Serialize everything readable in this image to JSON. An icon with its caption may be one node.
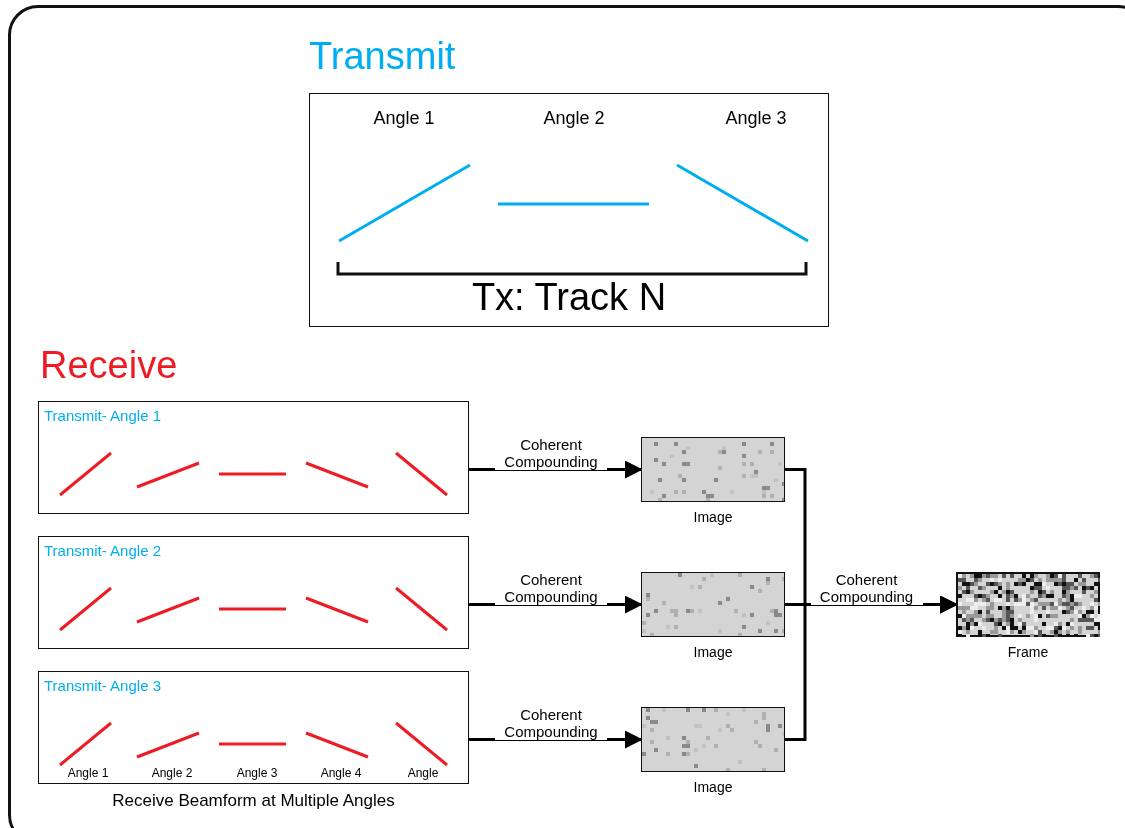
{
  "diagram": {
    "nodes": [
      {
        "text": [
          "Transmit",
          "Angle 1",
          "Angle 2",
          "Angle 3",
          "Tx: Track N"
        ]
      },
      {
        "text": [
          "Transmit- Angle 1"
        ]
      },
      {
        "text": [
          "Transmit- Angle 2"
        ]
      },
      {
        "text": [
          "Transmit- Angle 3",
          "Angle 1",
          "Angle 2",
          "Angle 3",
          "Angle 4",
          "Angle"
        ],
        "beside": [
          "Receive Beamform at Multiple Angles"
        ]
      },
      {
        "text": [],
        "shape": "picture",
        "beside": [
          "Image"
        ]
      },
      {
        "text": [],
        "shape": "picture",
        "beside": [
          "Image"
        ]
      },
      {
        "text": [],
        "shape": "picture",
        "beside": [
          "Image"
        ]
      },
      {
        "text": [],
        "shape": "picture",
        "beside": [
          "Frame"
        ]
      }
    ],
    "edges": [
      {
        "from": 1,
        "to": 4,
        "arrow": "to",
        "label": "Coherent Compounding"
      },
      {
        "from": 2,
        "to": 5,
        "arrow": "to",
        "label": "Coherent Compounding"
      },
      {
        "from": 3,
        "to": 6,
        "arrow": "to",
        "label": "Coherent Compounding"
      },
      {
        "from": 4,
        "to": 7,
        "arrow": "to"
      },
      {
        "from": 5,
        "to": 7,
        "arrow": "to",
        "label": "Coherent Compounding"
      },
      {
        "from": 6,
        "to": 7,
        "arrow": "to"
      }
    ],
    "labels": [
      "Receive"
    ]
  }
}
